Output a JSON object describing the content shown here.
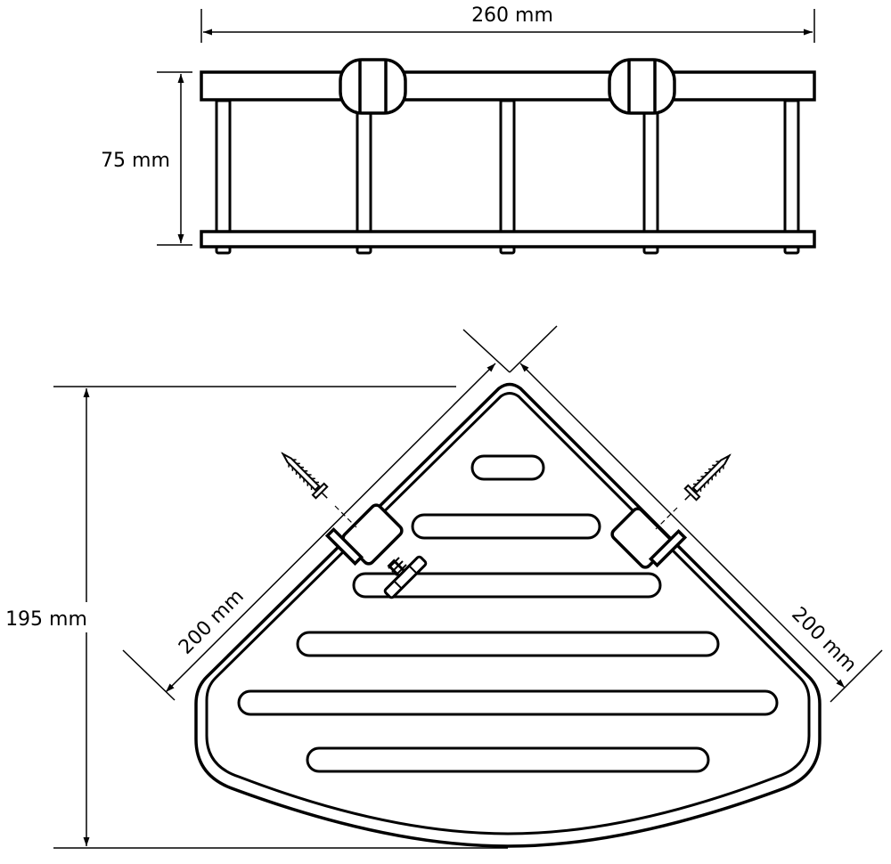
{
  "dimensions": {
    "top_width": "260 mm",
    "top_height": "75 mm",
    "bottom_height": "195 mm",
    "left_side": "200 mm",
    "right_side": "200 mm"
  }
}
